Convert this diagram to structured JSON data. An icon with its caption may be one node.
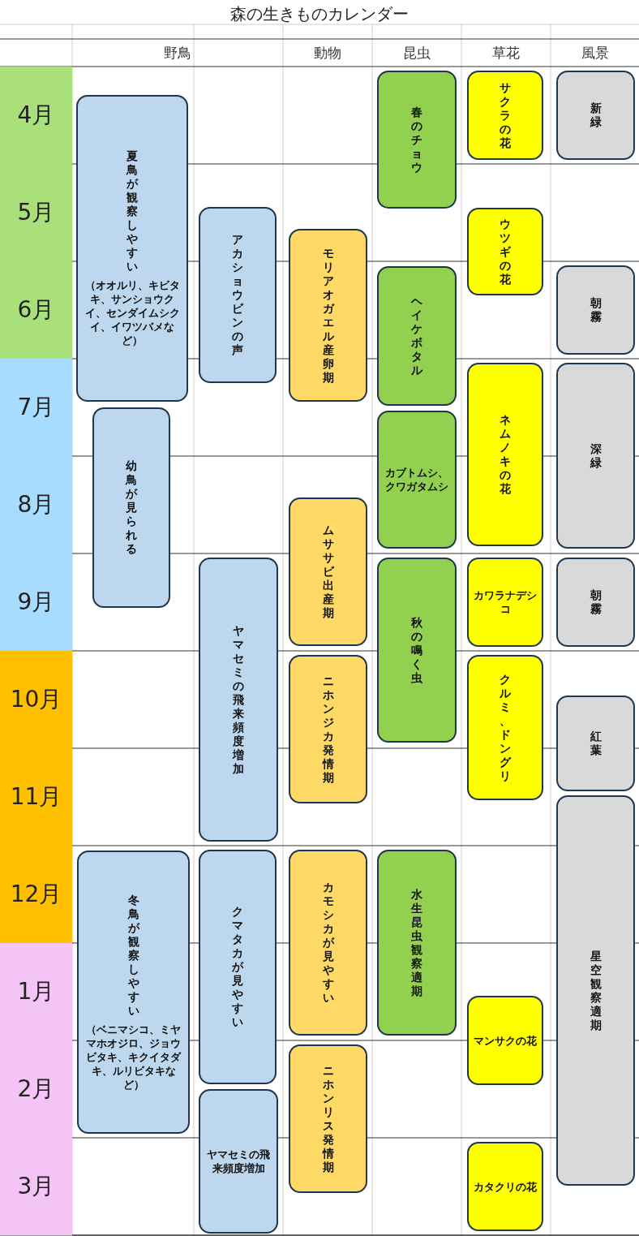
{
  "diagram": {
    "title": "森の生きものカレンダー",
    "nodes": [
      {
        "text": [
          "夏鳥が観察しやすい",
          "（オオルリ、キビタキ、サンショウクイ、センダイムシクイ、イワツバメなど）"
        ]
      },
      {
        "text": [
          "幼鳥が見られる"
        ]
      },
      {
        "text": [
          "アカショウビンの声"
        ]
      },
      {
        "text": [
          "ヤマセミの飛来頻度増加"
        ]
      },
      {
        "text": [
          "冬鳥が観察しやすい",
          "（ベニマシコ、ミヤマホオジロ、ジョウビタキ、キクイタダキ、ルリビタキなど）"
        ]
      },
      {
        "text": [
          "クマタカが見やすい"
        ]
      },
      {
        "text": [
          "ヤマセミの飛来頻度増加"
        ]
      },
      {
        "text": [
          "モリアオガエル産卵期"
        ]
      },
      {
        "text": [
          "ムササビ出産期"
        ]
      },
      {
        "text": [
          "ニホンジカ発情期"
        ]
      },
      {
        "text": [
          "カモシカが見やすい"
        ]
      },
      {
        "text": [
          "ニホンリス発情期"
        ]
      },
      {
        "text": [
          "春のチョウ"
        ]
      },
      {
        "text": [
          "ヘイケボタル"
        ]
      },
      {
        "text": [
          "カブトムシ、クワガタムシ"
        ]
      },
      {
        "text": [
          "秋の鳴く虫"
        ]
      },
      {
        "text": [
          "水生昆虫観察適期"
        ]
      },
      {
        "text": [
          "サクラの花"
        ]
      },
      {
        "text": [
          "ウツギの花"
        ]
      },
      {
        "text": [
          "ネムノキの花"
        ]
      },
      {
        "text": [
          "カワラナデシコ"
        ]
      },
      {
        "text": [
          "クルミ、ドングリ"
        ]
      },
      {
        "text": [
          "マンサクの花"
        ]
      },
      {
        "text": [
          "カタクリの花"
        ]
      },
      {
        "text": [
          "新緑"
        ]
      },
      {
        "text": [
          "朝霧"
        ]
      },
      {
        "text": [
          "深緑"
        ]
      },
      {
        "text": [
          "朝霧"
        ]
      },
      {
        "text": [
          "紅葉"
        ]
      },
      {
        "text": [
          "星空観察適期"
        ]
      }
    ],
    "edges": [],
    "labels": [
      "野鳥",
      "動物",
      "昆虫",
      "草花",
      "風景",
      "4月",
      "5月",
      "6月",
      "7月",
      "8月",
      "9月",
      "10月",
      "11月",
      "12月",
      "1月",
      "2月",
      "3月"
    ]
  }
}
